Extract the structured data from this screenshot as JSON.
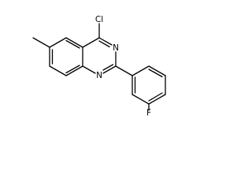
{
  "molecule": {
    "atom_labels": {
      "chlorine": "Cl",
      "nitrogen_3": "N",
      "nitrogen_1": "N",
      "fluorine": "F"
    },
    "colors": {
      "bond": "#000000",
      "label": "#000000",
      "background": "#ffffff"
    }
  }
}
